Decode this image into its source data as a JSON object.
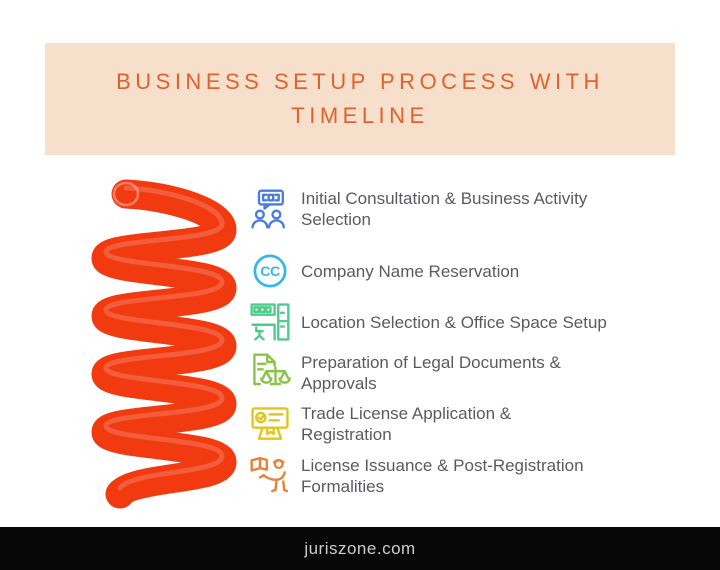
{
  "colors": {
    "banner_bg": "#f6dfcb",
    "title_color": "#e0622f",
    "step_text": "#5a5b5f",
    "footer_bg": "#070707",
    "footer_text": "#cccccc"
  },
  "header": {
    "title": "BUSINESS SETUP PROCESS WITH TIMELINE"
  },
  "spring": {
    "color": "#f23a10",
    "shape": "coil-spring"
  },
  "steps": [
    {
      "icon": "consultation-icon",
      "icon_color": "#4a7de0",
      "lines": [
        "Initial Consultation & Business Activity",
        "Selection"
      ]
    },
    {
      "icon": "company-name-cc-icon",
      "icon_color": "#35b8e8",
      "icon_text": "CC",
      "lines": [
        "Company Name Reservation"
      ]
    },
    {
      "icon": "office-space-icon",
      "icon_color": "#4fcb8b",
      "lines": [
        "Location Selection & Office Space Setup"
      ]
    },
    {
      "icon": "legal-documents-icon",
      "icon_color": "#8bc34a",
      "lines": [
        "Preparation of Legal Documents &",
        "Approvals"
      ]
    },
    {
      "icon": "trade-license-icon",
      "icon_color": "#e2c51c",
      "lines": [
        "Trade License Application &",
        "Registration"
      ]
    },
    {
      "icon": "license-issuance-icon",
      "icon_color": "#e5833c",
      "lines": [
        "License Issuance & Post-Registration",
        "Formalities"
      ]
    }
  ],
  "footer": {
    "site": "juriszone.com"
  }
}
